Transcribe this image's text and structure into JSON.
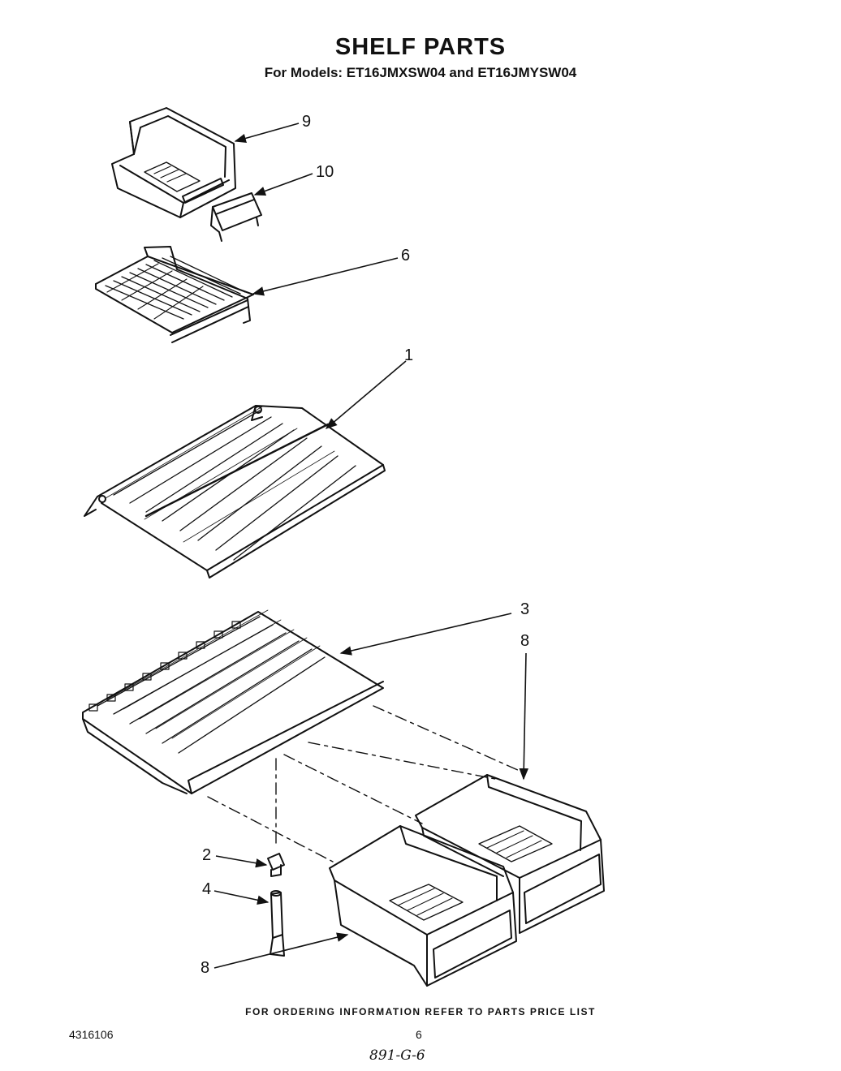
{
  "header": {
    "title": "SHELF PARTS",
    "subtitle": "For Models: ET16JMXSW04 and ET16JMYSW04"
  },
  "callouts": [
    {
      "id": "c9",
      "label": "9"
    },
    {
      "id": "c10",
      "label": "10"
    },
    {
      "id": "c6",
      "label": "6"
    },
    {
      "id": "c1",
      "label": "1"
    },
    {
      "id": "c3",
      "label": "3"
    },
    {
      "id": "c8a",
      "label": "8"
    },
    {
      "id": "c2",
      "label": "2"
    },
    {
      "id": "c4",
      "label": "4"
    },
    {
      "id": "c8b",
      "label": "8"
    }
  ],
  "footer": {
    "note": "FOR ORDERING INFORMATION REFER TO PARTS PRICE LIST",
    "doc_number": "4316106",
    "page_number": "6",
    "handwritten": "891-G-6"
  }
}
